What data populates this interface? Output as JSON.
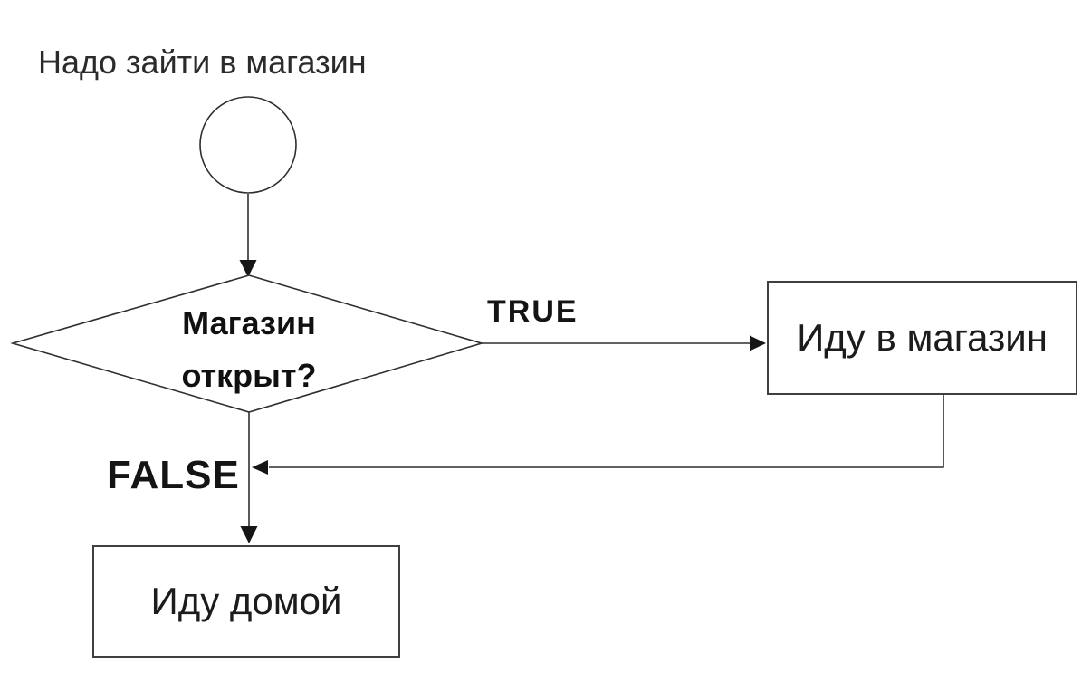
{
  "colors": {
    "background": "#ffffff",
    "line": "#2f2f2f",
    "text": "#1c1c1c",
    "bold_text": "#101010"
  },
  "flowchart": {
    "title": "Надо зайти в магазин",
    "nodes": {
      "start": {
        "shape": "circle",
        "label": ""
      },
      "decision": {
        "shape": "diamond",
        "label": "Магазин открыт?",
        "label_lines": [
          "Магазин",
          "открыт?"
        ]
      },
      "box_shop": {
        "shape": "rectangle",
        "label": "Иду в магазин"
      },
      "box_home": {
        "shape": "rectangle",
        "label": "Иду домой"
      }
    },
    "edges": [
      {
        "from": "start",
        "to": "decision",
        "label": ""
      },
      {
        "from": "decision",
        "to": "box_shop",
        "label": "TRUE"
      },
      {
        "from": "decision",
        "to": "box_home",
        "label": "FALSE"
      },
      {
        "from": "box_shop",
        "to": "box_home",
        "label": ""
      }
    ]
  }
}
